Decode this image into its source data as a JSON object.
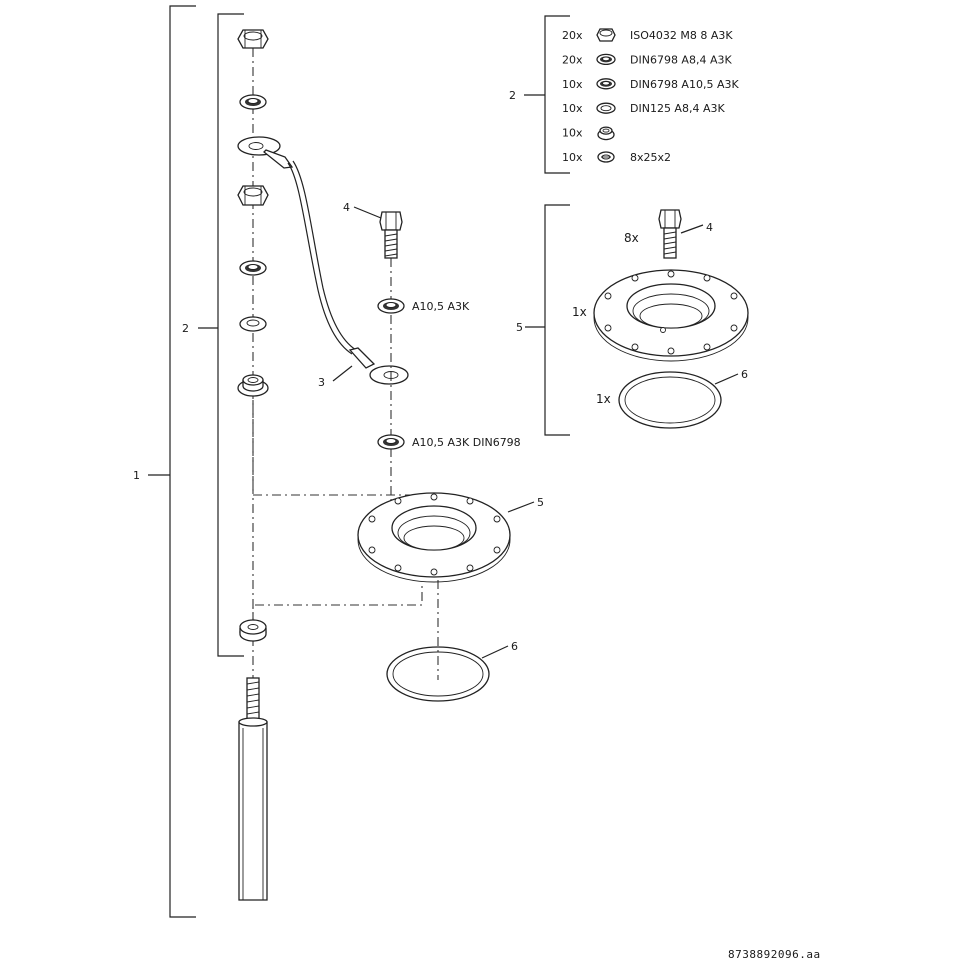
{
  "callouts": {
    "c1": "1",
    "c2_left": "2",
    "c2_list": "2",
    "c3": "3",
    "c4_main": "4",
    "c4_kit": "4",
    "c5_main": "5",
    "c5_kit": "5",
    "c6_main": "6",
    "c6_kit": "6"
  },
  "washer_labels": {
    "upper": "A10,5 A3K",
    "lower": "A10,5 A3K DIN6798"
  },
  "hardware_list": [
    {
      "qty": "20x",
      "spec": "ISO4032 M8 8 A3K",
      "icon": "hex-nut-icon"
    },
    {
      "qty": "20x",
      "spec": "DIN6798 A8,4 A3K",
      "icon": "lock-washer-icon"
    },
    {
      "qty": "10x",
      "spec": "DIN6798 A10,5 A3K",
      "icon": "lock-washer-icon"
    },
    {
      "qty": "10x",
      "spec": "DIN125 A8,4 A3K",
      "icon": "flat-washer-icon"
    },
    {
      "qty": "10x",
      "spec": "",
      "icon": "collar-washer-icon"
    },
    {
      "qty": "10x",
      "spec": "8x25x2",
      "icon": "washer-icon"
    }
  ],
  "kit": {
    "bolt_qty": "8x",
    "flange_qty": "1x",
    "gasket_qty": "1x"
  },
  "doc_number": "8738892096.aa"
}
